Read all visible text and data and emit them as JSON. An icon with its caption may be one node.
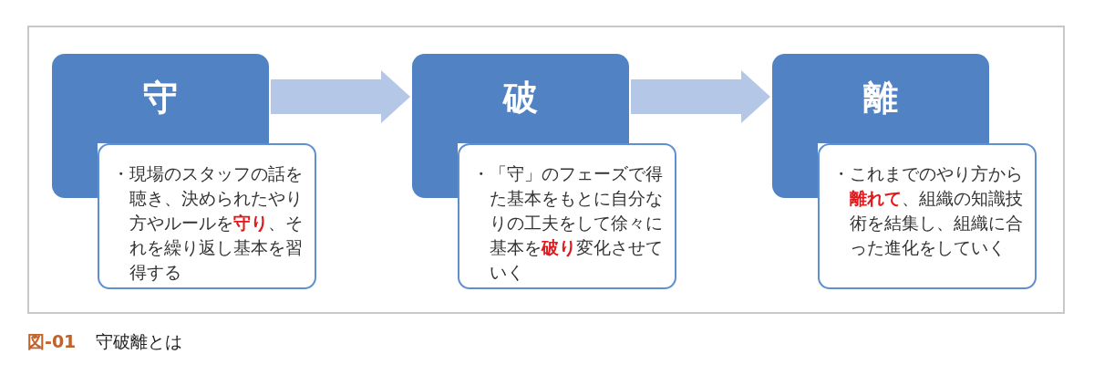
{
  "diagram": {
    "caption": "守破離とは",
    "nodes": [
      {
        "text": [
          "守"
        ]
      },
      {
        "text": [
          "・現場のスタッフの話を聴き、決められたやり方やルールを**守り**、それを繰り返し基本を習得する"
        ]
      },
      {
        "text": [
          "破"
        ]
      },
      {
        "text": [
          "・「守」のフェーズで得た基本をもとに自分なりの工夫をして徐々に基本を**破り**変化させていく"
        ]
      },
      {
        "text": [
          "離"
        ]
      },
      {
        "text": [
          "・これまでのやり方から**離れて**、組織の知識技術を結集し、組織に合った進化をしていく"
        ]
      }
    ],
    "edges": [
      {
        "from": 0,
        "to": 2,
        "arrow": "to"
      },
      {
        "from": 2,
        "to": 4,
        "arrow": "to"
      }
    ],
    "labels": [
      "図-01"
    ]
  }
}
